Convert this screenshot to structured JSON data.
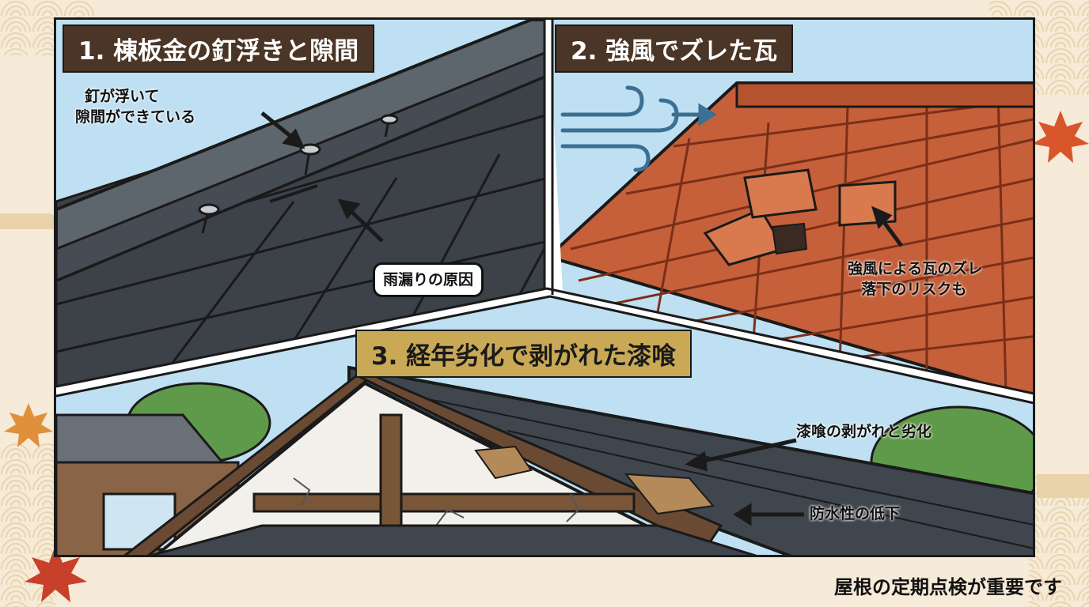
{
  "panel1": {
    "title": "1. 棟板金の釘浮きと隙間",
    "callout_nails_line1": "釘が浮いて",
    "callout_nails_line2": "隙間ができている",
    "callout_leak": "雨漏りの原因"
  },
  "panel2": {
    "title": "2. 強風でズレた瓦",
    "callout_line1": "強風による瓦のズレ",
    "callout_line2": "落下のリスクも"
  },
  "panel3": {
    "title": "3. 経年劣化で剥がれた漆喰",
    "callout_plaster": "漆喰の剥がれと劣化",
    "callout_waterproof": "防水性の低下"
  },
  "footer": "屋根の定期点検が重要です",
  "colors": {
    "label_brown": "#4a3526",
    "label_gold": "#c9a955",
    "slate": "#4b535b",
    "terracotta": "#c5603a",
    "sky": "#bfe0f2",
    "background": "#f6ead8"
  }
}
